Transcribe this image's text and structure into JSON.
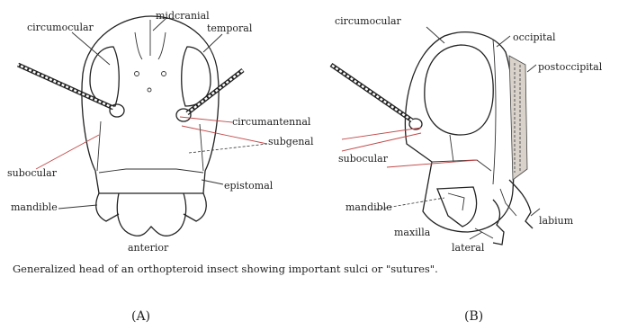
{
  "figure": {
    "caption": "Generalized head of an orthopteroid insect showing important sulci or \"sutures\".",
    "panel_a": {
      "label": "(A)",
      "view_label": "anterior",
      "labels": {
        "circumocular": "circumocular",
        "midcranial": "midcranial",
        "temporal": "temporal",
        "circumantennal": "circumantennal",
        "subgenal": "subgenal",
        "subocular": "subocular",
        "epistomal": "epistomal",
        "mandible": "mandible"
      }
    },
    "panel_b": {
      "label": "(B)",
      "view_label": "lateral",
      "labels": {
        "circumocular": "circumocular",
        "occipital": "occipital",
        "postoccipital": "postoccipital",
        "subocular": "subocular",
        "mandible": "mandible",
        "labium": "labium",
        "maxilla": "maxilla"
      }
    }
  }
}
